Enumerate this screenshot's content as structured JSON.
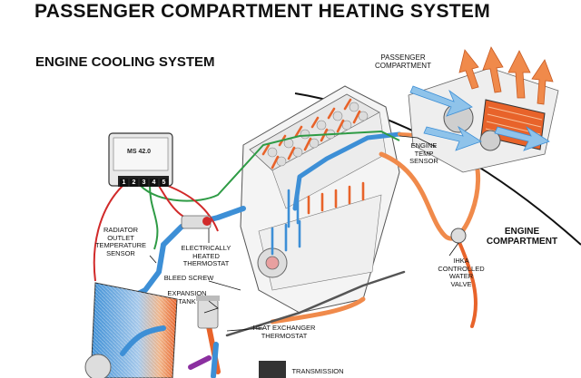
{
  "header": {
    "title": "PASSENGER COMPARTMENT HEATING SYSTEM",
    "subtitle": "ENGINE COOLING SYSTEM"
  },
  "ecu": {
    "label": "MS 42.0",
    "pins": [
      "1",
      "2",
      "3",
      "4",
      "5"
    ]
  },
  "labels": {
    "passenger_compartment": "PASSENGER\nCOMPARTMENT",
    "engine_compartment": "ENGINE\nCOMPARTMENT",
    "engine_temp_sensor": "ENGINE\nTEMP\nSENSOR",
    "radiator_outlet_sensor": "RADIATOR\nOUTLET\nTEMPERATURE\nSENSOR",
    "electric_thermostat": "ELECTRICALLY\nHEATED\nTHERMOSTAT",
    "bleed_screw": "BLEED SCREW",
    "expansion_tank": "EXPANSION\nTANK",
    "heat_exchanger_thermostat": "HEAT EXCHANGER\nTHERMOSTAT",
    "ihka_valve": "IHKA\nCONTROLLED\nWATER\nVALVE",
    "transmission": "TRANSMISSION"
  },
  "colors": {
    "hot": "#e8632a",
    "warm": "#f08a4b",
    "cool": "#3d8fd6",
    "light_blue": "#8fc3ea",
    "green": "#2e9b45",
    "red": "#d12a2a",
    "engine": "#f2f2f2"
  }
}
